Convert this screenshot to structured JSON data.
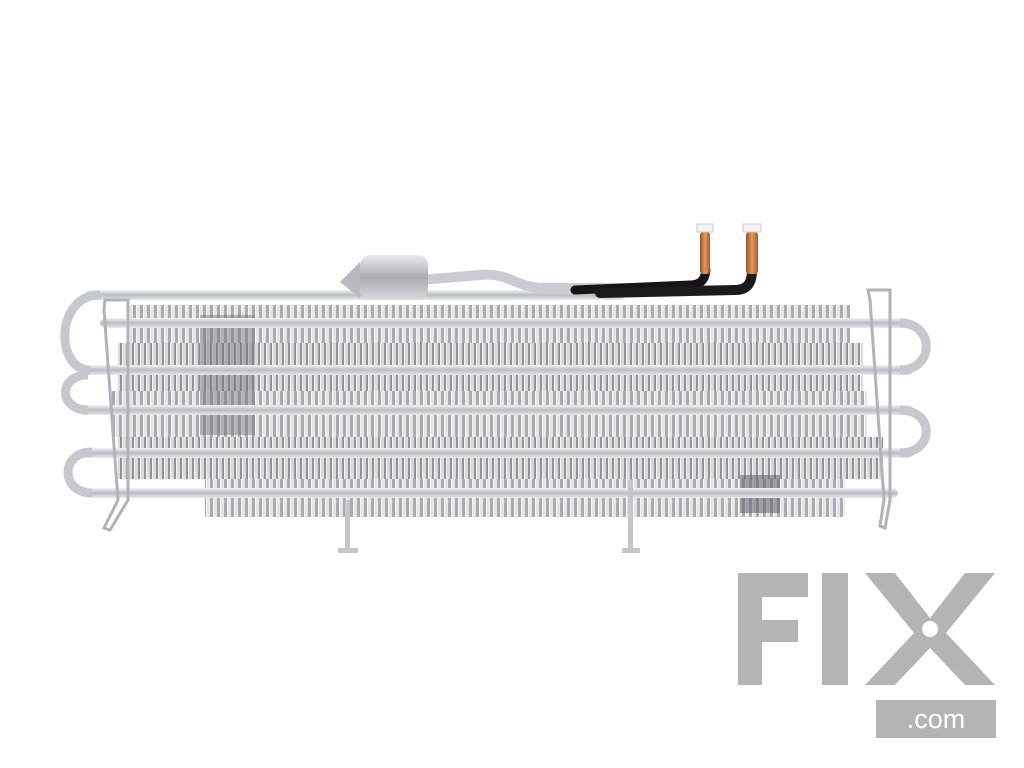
{
  "watermark": {
    "text": "FIX",
    "suffix": ".com"
  },
  "subject": {
    "icon": "evaporator-coil-photo"
  },
  "colors": {
    "background": "#ffffff",
    "watermark_gray": "#b4b4b4",
    "aluminum": "#c9ccd0",
    "fin_dark": "#8e9297",
    "copper": "#c8743c",
    "insulation": "#151515"
  }
}
